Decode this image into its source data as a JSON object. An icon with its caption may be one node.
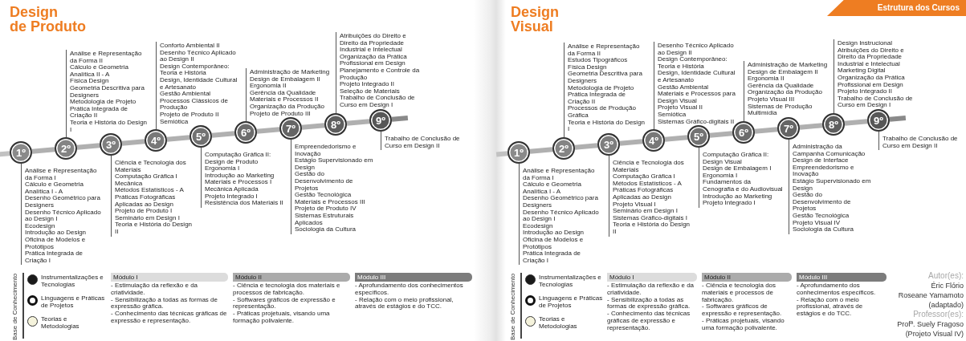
{
  "diagram": {
    "nodes": [
      {
        "text": [
          "1º"
        ],
        "beside": [
          "Análise e Representação da Forma I",
          "Cálculo e Geometria Analítica I - A",
          "Desenho Geométrico para Designers",
          "Desenho Técnico Aplicado ao Design I",
          "Ecodesign",
          "Introdução ao Design",
          "Oficina de Modelos e Protótipos",
          "Prática Integrada de Criação I"
        ]
      },
      {
        "text": [
          "2º"
        ],
        "beside": [
          "Análise e Representação da Forma II",
          "Cálculo e Geometria Analítica II - A",
          "Física Design",
          "Geometria Descritiva para Designers",
          "Metodologia de Projeto",
          "Prática Integrada de Criação II",
          "Teoria e História do Design I"
        ]
      },
      {
        "text": [
          "3º"
        ],
        "beside": [
          "Ciência e Tecnologia dos Materiais",
          "Computação Gráfica I",
          "Mecânica",
          "Métodos Estatísticos - A",
          "Práticas Fotográficas Aplicadas ao Design",
          "Projeto de Produto I",
          "Seminário em Design I",
          "Teoria e História do Design II"
        ]
      },
      {
        "text": [
          "4º"
        ],
        "beside": [
          "Conforto Ambiental II",
          "Desenho Técnico Aplicado ao Design II",
          "Design Contemporâneo: Teoria e História",
          "Design, Identidade Cultural e Artesanato",
          "Gestão Ambiental",
          "Processos Clássicos de Produção",
          "Projeto de Produto II",
          "Semiótica"
        ]
      },
      {
        "text": [
          "5º"
        ],
        "beside": [
          "Computação Gráfica II: Design de Produto",
          "Ergonomia I",
          "Introdução ao Marketing",
          "Materiais e Processos I",
          "Mecânica Aplicada",
          "Projeto Integrado I",
          "Resistência dos Materiais II"
        ]
      },
      {
        "text": [
          "6º"
        ],
        "beside": [
          "Administração de Marketing",
          "Design de Embalagem II",
          "Ergonomia II",
          "Gerência da Qualidade",
          "Materiais e Processos II",
          "Organização da Produção",
          "Projeto de Produto III"
        ]
      },
      {
        "text": [
          "7º"
        ],
        "beside": [
          "Empreendedorismo e Inovação",
          "Estágio Supervisionado em Design",
          "Gestão do Desenvolvimento de Projetos",
          "Gestão Tecnológica",
          "Materiais e Processos III",
          "Projeto de Produto IV",
          "Sistemas Estruturais Aplicados",
          "Sociologia da Cultura"
        ]
      },
      {
        "text": [
          "8º"
        ],
        "beside": [
          "Atribuições do Direito e Direito da Propriedade Industrial e Intelectual",
          "Organização da Prática Profissional em Design",
          "Planejamento e Controle da Produção",
          "Projeto Integrado II",
          "Seleção de Materiais",
          "Trabalho de Conclusão de Curso em Design I"
        ]
      },
      {
        "text": [
          "9º"
        ],
        "beside": [
          "Trabalho de Conclusão de Curso em Design II"
        ]
      },
      {
        "text": [
          "1º"
        ],
        "beside": [
          "Análise e Representação da Forma I",
          "Cálculo e Geometria Analítica I - A",
          "Desenho Geométrico para Designers",
          "Desenho Técnico Aplicado ao Design I",
          "Ecodesign",
          "Introdução ao Design",
          "Oficina de Modelos e Protótipos",
          "Prática Integrada de Criação I"
        ]
      },
      {
        "text": [
          "2º"
        ],
        "beside": [
          "Análise e Representação da Forma II",
          "Estudos Tipográficos",
          "Física Design",
          "Geometria Descritiva para Designers",
          "Metodologia de Projeto",
          "Prática Integrada de Criação II",
          "Processos de Produção Gráfica",
          "Teoria e História do Design I"
        ]
      },
      {
        "text": [
          "3º"
        ],
        "beside": [
          "Ciência e Tecnologia dos Materiais",
          "Computação Gráfica I",
          "Métodos Estatísticos - A",
          "Práticas Fotográficas Aplicadas ao Design",
          "Projeto Visual I",
          "Seminário em Design I",
          "Sistemas Gráfico-digitais I",
          "Teoria e História do Design II"
        ]
      },
      {
        "text": [
          "4º"
        ],
        "beside": [
          "Desenho Técnico Aplicado ao Design II",
          "Design Contemporâneo: Teoria e História",
          "Design, Identidade Cultural e Artesanato",
          "Gestão Ambiental",
          "Materiais e Processos para Design Visual",
          "Projeto Visual II",
          "Semiótica",
          "Sistemas Gráfico-digitais II"
        ]
      },
      {
        "text": [
          "5º"
        ],
        "beside": [
          "Computação Gráfica II: Design Visual",
          "Design de Embalagem I",
          "Ergonomia I",
          "Fundamentos da Cenografia e do Audiovisual",
          "Introdução ao Marketing",
          "Projeto Integrado I"
        ]
      },
      {
        "text": [
          "6º"
        ],
        "beside": [
          "Administração de Marketing",
          "Design de Embalagem II",
          "Ergonomia II",
          "Gerência da Qualidade",
          "Organização da Produção",
          "Projeto Visual III",
          "Sistemas de Produção Multimídia"
        ]
      },
      {
        "text": [
          "7º"
        ],
        "beside": [
          "Administração da Campanha Comunicação",
          "Design de Interface",
          "Empreendedorismo e Inovação",
          "Estágio Supervisionado em Design",
          "Gestão do Desenvolvimento de Projetos",
          "Gestão Tecnológica",
          "Projeto Visual IV",
          "Sociologia da Cultura"
        ]
      },
      {
        "text": [
          "8º"
        ],
        "beside": [
          "Design Instrucional",
          "Atribuições do Direito e Direito da Propriedade Industrial e Intelectual",
          "Marketing Digital",
          "Organização da Prática Profissional em Design",
          "Projeto Integrado II",
          "Trabalho de Conclusão de Curso em Design I"
        ]
      },
      {
        "text": [
          "9º"
        ],
        "beside": [
          "Trabalho de Conclusão de Curso em Design II"
        ]
      },
      {
        "text": [
          "Módulo I",
          "- Estimulação da reflexão e da criatividade.",
          "- Sensibilização a todas as formas de expressão gráfica.",
          "- Conhecimento das técnicas gráficas de expressão e representação."
        ]
      },
      {
        "text": [
          "Módulo II",
          "- Ciência e tecnologia dos materiais e processos de fabricação.",
          "- Softwares gráficos de expressão e representação.",
          "- Práticas projetuais, visando uma formação polivalente."
        ]
      },
      {
        "text": [
          "Módulo III",
          "- Aprofundamento dos conhecimentos específicos.",
          "- Relação com o meio profissional, através de estágios e do TCC."
        ]
      },
      {
        "text": [
          "Módulo I",
          "- Estimulação da reflexão e da criatividade.",
          "- Sensibilização a todas as formas de expressão gráfica.",
          "- Conhecimento das técnicas gráficas de expressão e representação."
        ]
      },
      {
        "text": [
          "Módulo II",
          "- Ciência e tecnologia dos materiais e processos de fabricação.",
          "- Softwares gráficos de expressão e representação.",
          "- Práticas projetuais, visando uma formação polivalente."
        ]
      },
      {
        "text": [
          "Módulo III",
          "- Aprofundamento dos conhecimentos específicos.",
          "- Relação com o meio profissional, através de estágios e do TCC."
        ]
      }
    ],
    "edges": [
      {
        "from": 0,
        "to": 1,
        "arrow": "none"
      },
      {
        "from": 1,
        "to": 2,
        "arrow": "none"
      },
      {
        "from": 2,
        "to": 3,
        "arrow": "none"
      },
      {
        "from": 3,
        "to": 4,
        "arrow": "none"
      },
      {
        "from": 4,
        "to": 5,
        "arrow": "none"
      },
      {
        "from": 5,
        "to": 6,
        "arrow": "none"
      },
      {
        "from": 6,
        "to": 7,
        "arrow": "none"
      },
      {
        "from": 7,
        "to": 8,
        "arrow": "none"
      },
      {
        "from": 9,
        "to": 10,
        "arrow": "none"
      },
      {
        "from": 10,
        "to": 11,
        "arrow": "none"
      },
      {
        "from": 11,
        "to": 12,
        "arrow": "none"
      },
      {
        "from": 12,
        "to": 13,
        "arrow": "none"
      },
      {
        "from": 13,
        "to": 14,
        "arrow": "none"
      },
      {
        "from": 14,
        "to": 15,
        "arrow": "none"
      },
      {
        "from": 15,
        "to": 16,
        "arrow": "none"
      },
      {
        "from": 16,
        "to": 17,
        "arrow": "none"
      }
    ],
    "labels": [
      "Design de Produto",
      "Base de Conhecimento",
      "Design Visual",
      "Estrutura dos Cursos",
      "Base de Conhecimento",
      "Autor(es):",
      "Éric Flório",
      "Roseane Yamamoto",
      "(adaptado)",
      "Professor(es):",
      "Profª. Suely Fragoso",
      "(Projeto Visual IV)"
    ],
    "legend": [
      {
        "text": "Instrumentalizações e Tecnologias",
        "color": "#1a1a1a"
      },
      {
        "text": "Linguagens e Práticas de Projetos"
      },
      {
        "text": "Teorias e Metodologias",
        "color": "#f5f3dc"
      },
      {
        "text": "Instrumentalizações e Tecnologias",
        "color": "#1a1a1a"
      },
      {
        "text": "Linguagens e Práticas de Projetos"
      },
      {
        "text": "Teorias e Metodologias",
        "color": "#f5f3dc"
      }
    ]
  }
}
